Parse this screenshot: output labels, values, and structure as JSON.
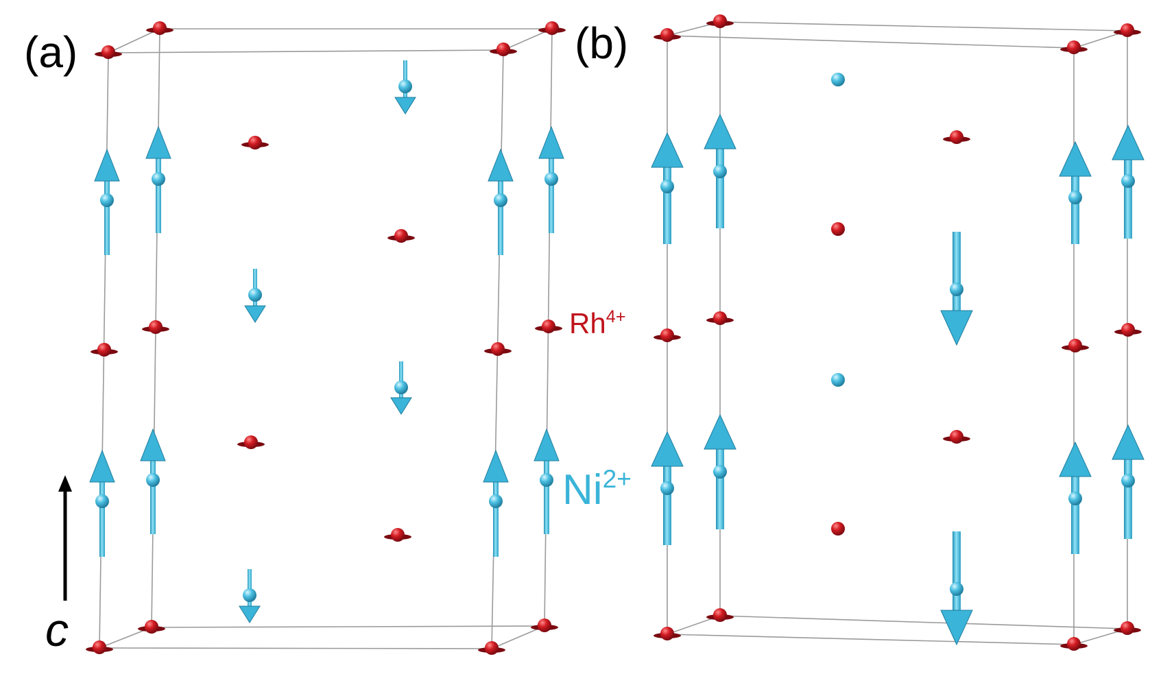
{
  "panels": [
    {
      "id": "a",
      "label": "(a)"
    },
    {
      "id": "b",
      "label": "(b)"
    }
  ],
  "axis": {
    "label": "c"
  },
  "legend": {
    "rh": {
      "element": "Rh",
      "charge": "4+"
    },
    "ni": {
      "element": "Ni",
      "charge": "2+"
    }
  },
  "colors": {
    "rh": "#c0141c",
    "rh_dark": "#7a0a10",
    "ni": "#3ab4d8",
    "ni_dark": "#1f7d9e",
    "cell_edge": "#9a9a9a",
    "axis_arrow": "#000000"
  }
}
